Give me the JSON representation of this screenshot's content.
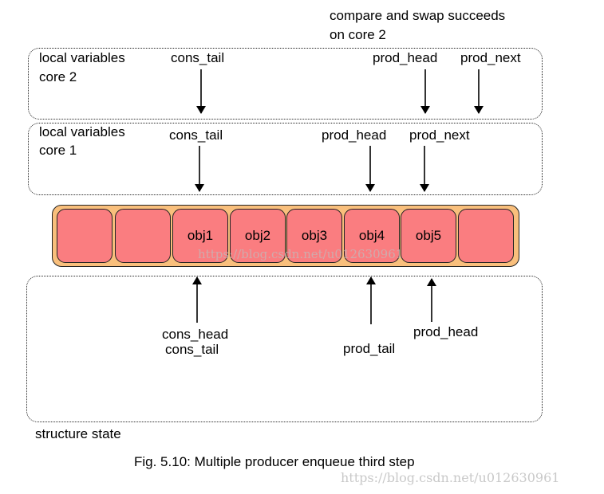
{
  "top_note": {
    "line1": "compare and swap succeeds",
    "line2": "on core 2"
  },
  "core2": {
    "label_line1": "local variables",
    "label_line2": "core 2",
    "cons_tail": "cons_tail",
    "prod_head": "prod_head",
    "prod_next": "prod_next"
  },
  "core1": {
    "label_line1": "local variables",
    "label_line2": "core 1",
    "cons_tail": "cons_tail",
    "prod_head": "prod_head",
    "prod_next": "prod_next"
  },
  "ring": {
    "slots": [
      "",
      "",
      "obj1",
      "obj2",
      "obj3",
      "obj4",
      "obj5",
      ""
    ]
  },
  "structure": {
    "cons_head": "cons_head",
    "cons_tail": "cons_tail",
    "prod_tail": "prod_tail",
    "prod_head": "prod_head",
    "label": "structure state"
  },
  "caption": "Fig.  5.10: Multiple producer enqueue third step",
  "watermark_center": "https://blog.csdn.net/u012630961",
  "watermark_corner": "https://blog.csdn.net/u012630961",
  "colors": {
    "ring_fill": "#f9bf7c",
    "slot_fill": "#fa7d80"
  }
}
